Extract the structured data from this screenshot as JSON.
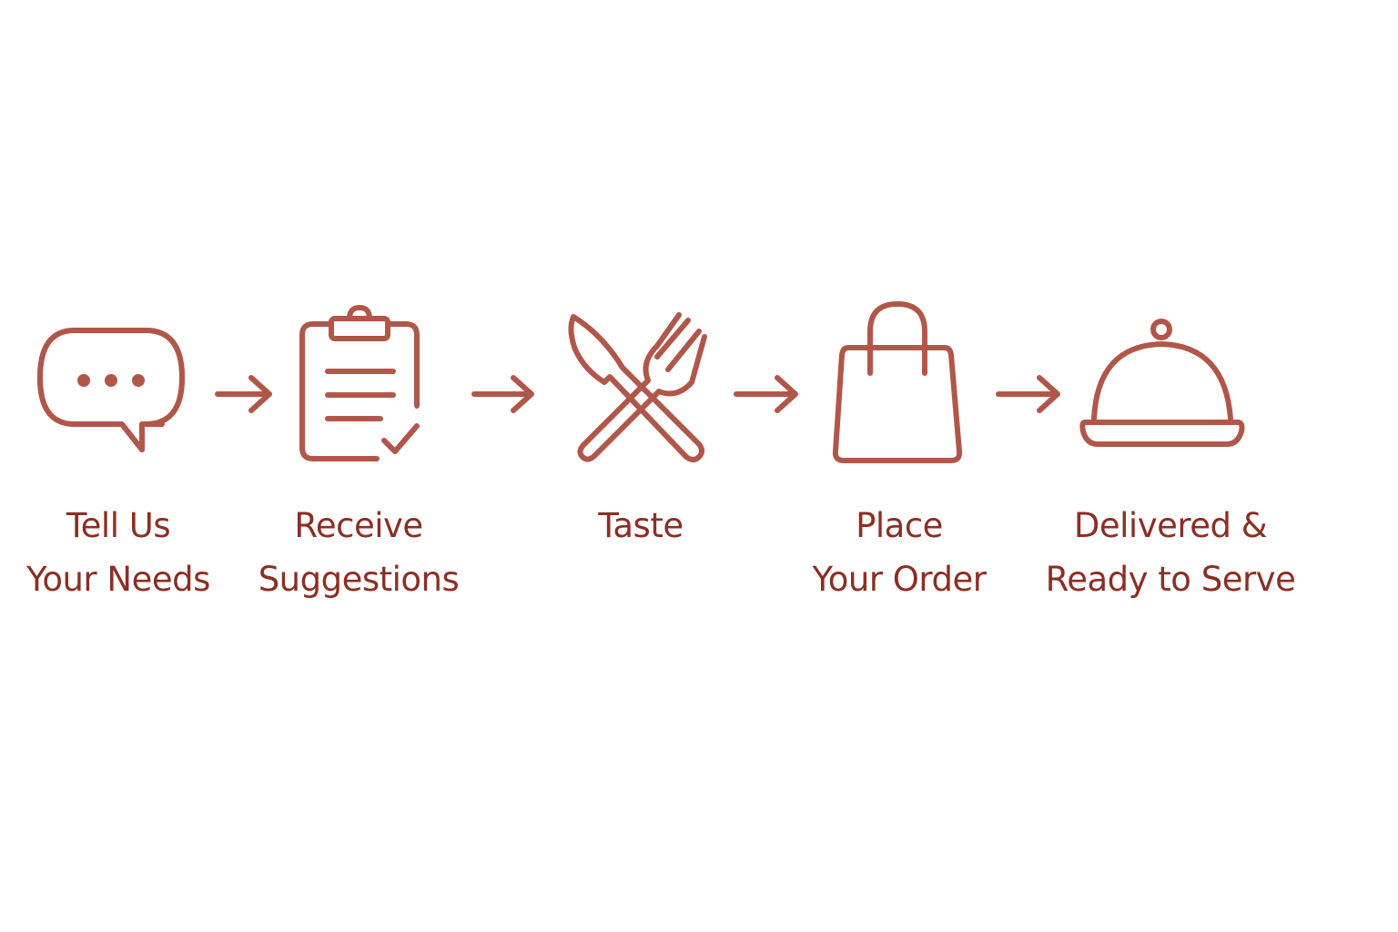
{
  "colors": {
    "icon_stroke": "#B0574A",
    "label_text": "#8C2E24",
    "background": "#FFFFFF"
  },
  "steps": [
    {
      "icon": "speech-bubble-icon",
      "lines": [
        "Tell Us",
        "Your Needs"
      ]
    },
    {
      "icon": "clipboard-checklist-icon",
      "lines": [
        "Receive",
        "Suggestions"
      ]
    },
    {
      "icon": "knife-fork-icon",
      "lines": [
        "Taste"
      ]
    },
    {
      "icon": "shopping-bag-icon",
      "lines": [
        "Place",
        "Your Order"
      ]
    },
    {
      "icon": "serving-cloche-icon",
      "lines": [
        "Delivered &",
        "Ready to Serve"
      ]
    }
  ],
  "arrows": [
    "arrow-right-icon",
    "arrow-right-icon",
    "arrow-right-icon",
    "arrow-right-icon"
  ]
}
